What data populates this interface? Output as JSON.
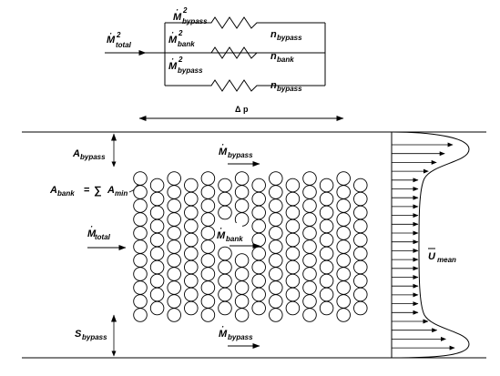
{
  "network": {
    "inlet": {
      "symbol": "M",
      "superscript": "2",
      "subscript": "total"
    },
    "branches": [
      {
        "flow": {
          "symbol": "M",
          "superscript": "2",
          "subscript": "bypass"
        },
        "count": {
          "symbol": "n",
          "subscript": "bypass"
        }
      },
      {
        "flow": {
          "symbol": "M",
          "superscript": "2",
          "subscript": "bank"
        },
        "count": {
          "symbol": "n",
          "subscript": "bank"
        }
      },
      {
        "flow": {
          "symbol": "M",
          "superscript": "2",
          "subscript": "bypass"
        },
        "count": {
          "symbol": "n",
          "subscript": "bypass"
        }
      }
    ],
    "pressure_drop": {
      "symbol": "Δ p"
    }
  },
  "channel": {
    "bypass_area_top": {
      "symbol": "A",
      "subscript": "bypass"
    },
    "bank_area": {
      "lhs_symbol": "A",
      "lhs_subscript": "bank",
      "equals": "=",
      "sum": "∑",
      "rhs_symbol": "A",
      "rhs_subscript": "min"
    },
    "inlet_flow": {
      "symbol": "M",
      "subscript": "total"
    },
    "bypass_flow_top": {
      "symbol": "M",
      "subscript": "bypass"
    },
    "bank_flow": {
      "symbol": "M",
      "subscript": "bank"
    },
    "bypass_flow_bottom": {
      "symbol": "M",
      "subscript": "bypass"
    },
    "bypass_spacing": {
      "symbol": "S",
      "subscript": "bypass"
    },
    "velocity_profile": {
      "symbol": "U",
      "subscript": "mean"
    }
  },
  "tube_bank": {
    "columns": 14,
    "rows_odd_columns": 11,
    "rows_even_columns": 10
  }
}
